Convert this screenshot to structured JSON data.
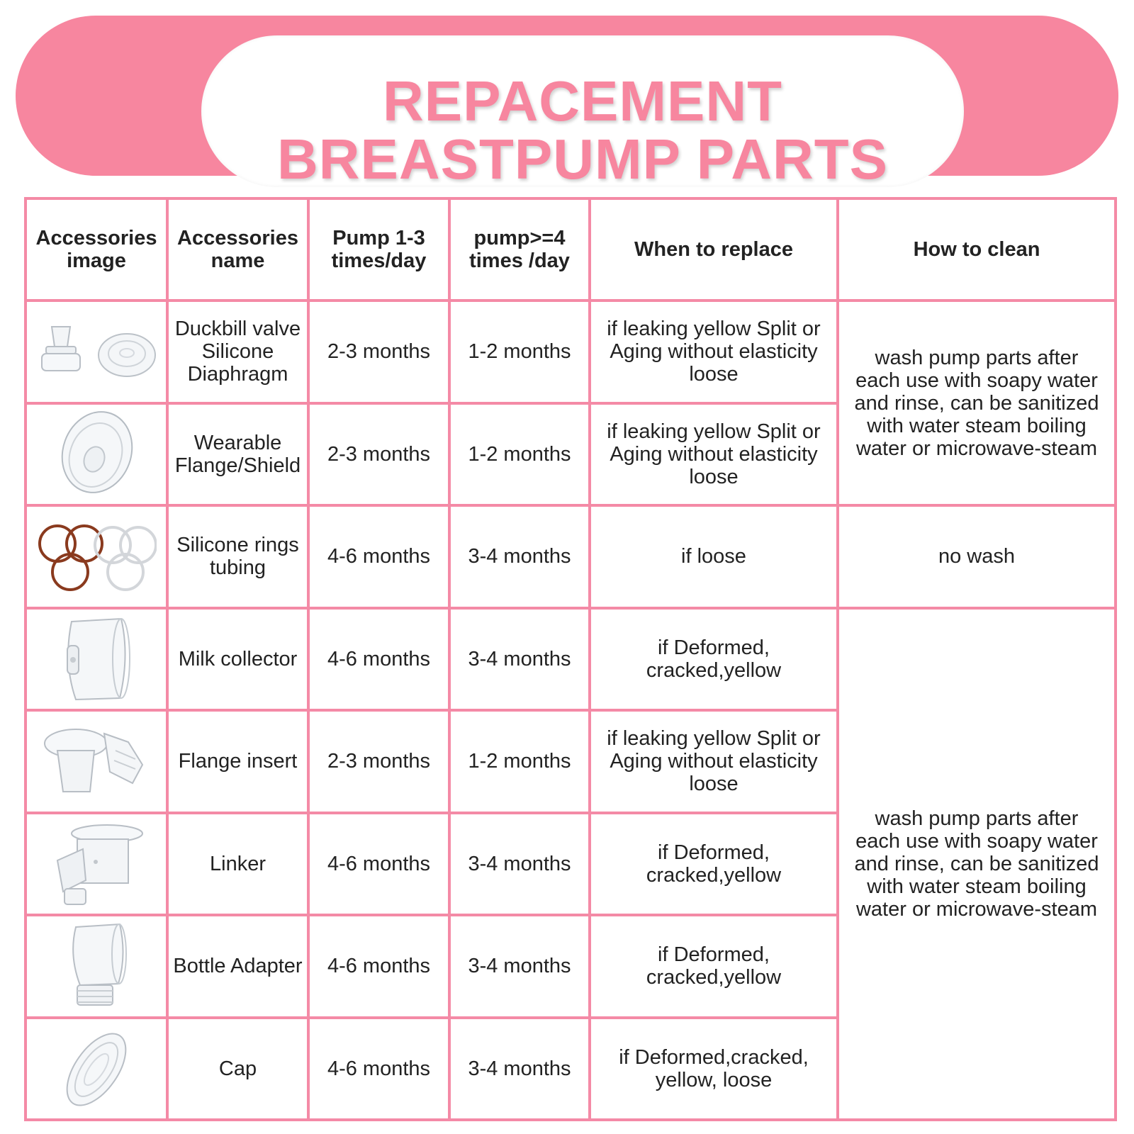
{
  "header": {
    "title_line1": "REPACEMENT",
    "title_line2": "BREASTPUMP PARTS"
  },
  "colors": {
    "accent": "#f7869f",
    "border": "#f48aa6",
    "ring_brown": "#8a3a1e"
  },
  "table": {
    "headers": {
      "image": "Accessories image",
      "name": "Accessories name",
      "pump13": "Pump 1-3 times/day",
      "pump4": "pump>=4 times /day",
      "when": "When to replace",
      "clean": "How to clean"
    },
    "rows": [
      {
        "icon": "duckbill-valve-diaphragm-image",
        "name": "Duckbill valve Silicone Diaphragm",
        "pump13": "2-3 months",
        "pump4": "1-2 months",
        "when": "if leaking yellow Split or Aging without elasticity loose"
      },
      {
        "icon": "wearable-flange-image",
        "name": "Wearable Flange/Shield",
        "pump13": "2-3 months",
        "pump4": "1-2 months",
        "when": "if leaking yellow Split or Aging without elasticity loose"
      },
      {
        "icon": "silicone-rings-image",
        "name": "Silicone rings tubing",
        "pump13": "4-6 months",
        "pump4": "3-4 months",
        "when": "if loose"
      },
      {
        "icon": "milk-collector-image",
        "name": "Milk collector",
        "pump13": "4-6 months",
        "pump4": "3-4 months",
        "when": "if Deformed, cracked,yellow"
      },
      {
        "icon": "flange-insert-image",
        "name": "Flange insert",
        "pump13": "2-3 months",
        "pump4": "1-2 months",
        "when": "if leaking yellow Split or Aging without elasticity loose"
      },
      {
        "icon": "linker-image",
        "name": "Linker",
        "pump13": "4-6 months",
        "pump4": "3-4 months",
        "when": "if Deformed, cracked,yellow"
      },
      {
        "icon": "bottle-adapter-image",
        "name": "Bottle Adapter",
        "pump13": "4-6 months",
        "pump4": "3-4 months",
        "when": "if Deformed, cracked,yellow"
      },
      {
        "icon": "cap-image",
        "name": "Cap",
        "pump13": "4-6 months",
        "pump4": "3-4 months",
        "when": "if Deformed,cracked, yellow, loose"
      }
    ],
    "clean": {
      "group1": "wash pump parts after each use with soapy water and rinse, can be sanitized with water steam boiling water or microwave-steam",
      "group2": "no wash",
      "group3": "wash pump parts after each use with soapy water and rinse, can be sanitized with water steam boiling water or microwave-steam"
    }
  }
}
